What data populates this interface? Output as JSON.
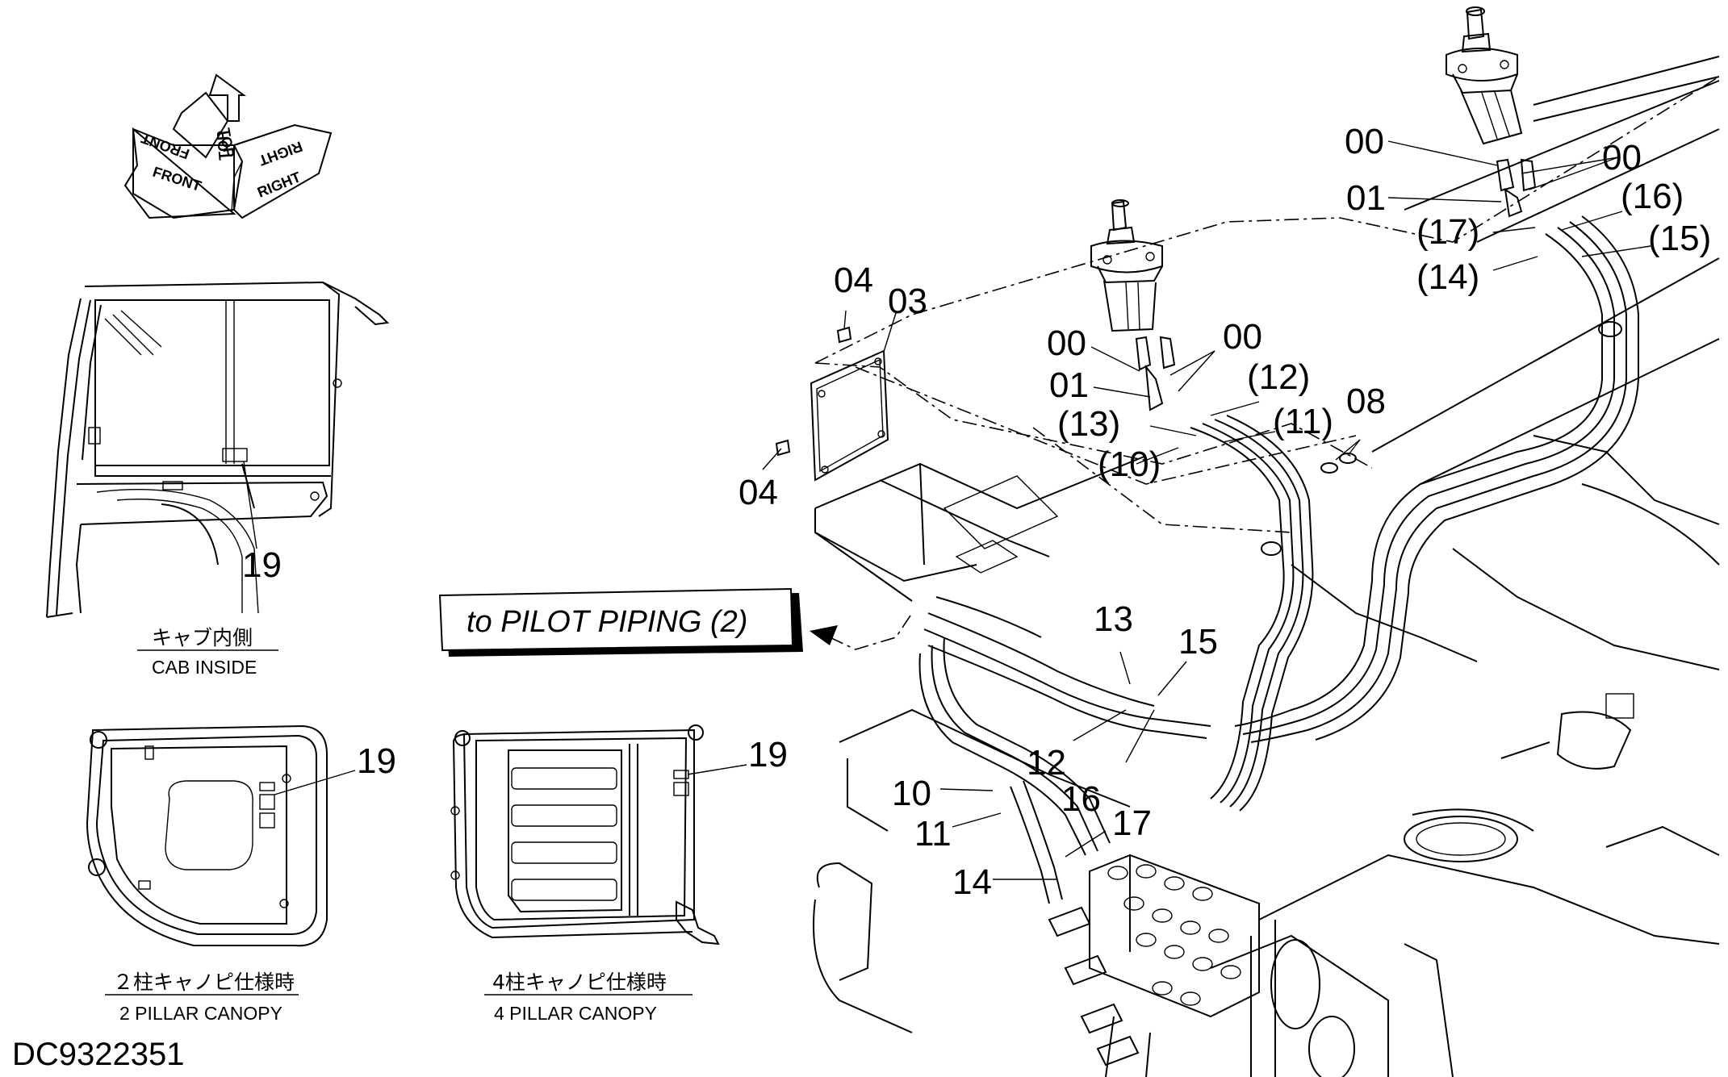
{
  "doc_id": "DC9322351",
  "orientation_labels": {
    "front": "FRONT",
    "top": "TOP",
    "right": "RIGHT"
  },
  "note_box": {
    "text": "to PILOT PIPING (2)"
  },
  "views": {
    "cab_inside": {
      "label_jp": "キャブ内側",
      "label_en": "CAB INSIDE",
      "part": "19"
    },
    "two_pillar": {
      "label_jp": "２柱キャノピ仕様時",
      "label_en": "2 PILLAR CANOPY",
      "part": "19"
    },
    "four_pillar": {
      "label_jp": "4柱キャノピ仕様時",
      "label_en": "4 PILLAR CANOPY",
      "part": "19"
    }
  },
  "callouts": {
    "c00_l1": "00",
    "c00_l2": "00",
    "c01_l": "01",
    "c00_r1": "00",
    "c00_r2": "00",
    "c01_r": "01",
    "c03": "03",
    "c04_a": "04",
    "c04_b": "04",
    "c08": "08",
    "p12": "(12)",
    "p13": "(13)",
    "p11": "(11)",
    "p10": "(10)",
    "p16": "(16)",
    "p17": "(17)",
    "p15": "(15)",
    "p14": "(14)",
    "c13": "13",
    "c15": "15",
    "c12": "12",
    "c16": "16",
    "c10": "10",
    "c11": "11",
    "c17": "17",
    "c14": "14"
  }
}
